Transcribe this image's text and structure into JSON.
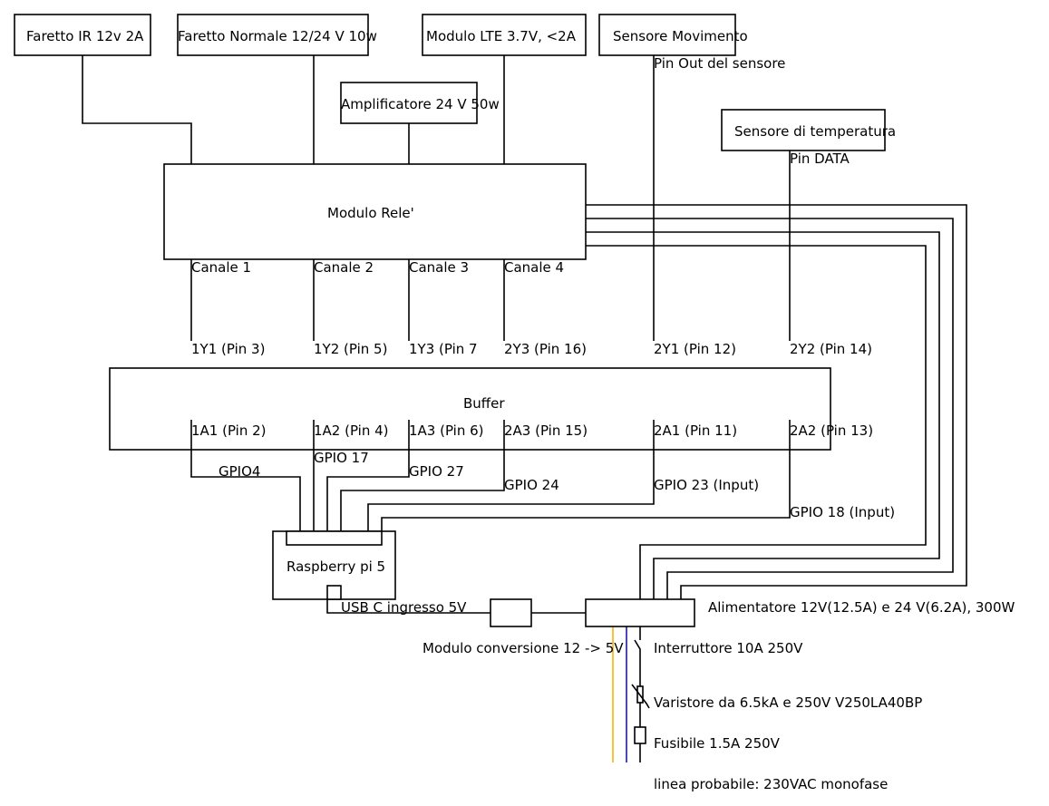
{
  "title": "Schema collegamenti Raspberry Pi 5",
  "colors": {
    "line": "#000000",
    "neutral_wire": "#f5b400",
    "phase_wire": "#1a1aa0",
    "background": "#ffffff"
  },
  "loads": [
    {
      "label": "Faretto IR 12v 2A"
    },
    {
      "label": "Faretto Normale 12/24 V 10w"
    },
    {
      "label": "Amplificatore 24 V 50w"
    },
    {
      "label": "Modulo LTE 3.7V, <2A"
    }
  ],
  "sensors": {
    "motion": {
      "label": "Sensore Movimento",
      "pin": "Pin Out del sensore"
    },
    "temperature": {
      "label": "Sensore di temperatura",
      "pin": "Pin DATA"
    }
  },
  "relay": {
    "label": "Modulo Rele'",
    "channels": [
      "Canale 1",
      "Canale 2",
      "Canale 3",
      "Canale 4"
    ]
  },
  "buffer": {
    "label": "Buffer",
    "outputs": [
      "1Y1 (Pin 3)",
      "1Y2 (Pin 5)",
      "1Y3 (Pin 7",
      "2Y3 (Pin 16)",
      "2Y1 (Pin 12)",
      "2Y2 (Pin 14)"
    ],
    "inputs": [
      "1A1 (Pin 2)",
      "1A2 (Pin 4)",
      "1A3 (Pin 6)",
      "2A3 (Pin 15)",
      "2A1 (Pin 11)",
      "2A2 (Pin 13)"
    ]
  },
  "gpio": [
    "GPIO4",
    "GPIO 17",
    "GPIO 27",
    "GPIO 24",
    "GPIO 23 (Input)",
    "GPIO 18 (Input)"
  ],
  "raspberry": {
    "label": "Raspberry pi 5",
    "usb_label": "USB C ingresso 5V"
  },
  "converter": {
    "label": "Modulo conversione 12 -> 5V"
  },
  "psu": {
    "label": "Alimentatore 12V(12.5A) e 24 V(6.2A), 300W"
  },
  "mains": {
    "switch": "Interruttore 10A 250V",
    "varistor": "Varistore da 6.5kA e 250V V250LA40BP",
    "fuse": "Fusibile 1.5A 250V",
    "line": "linea probabile: 230VAC monofase"
  }
}
